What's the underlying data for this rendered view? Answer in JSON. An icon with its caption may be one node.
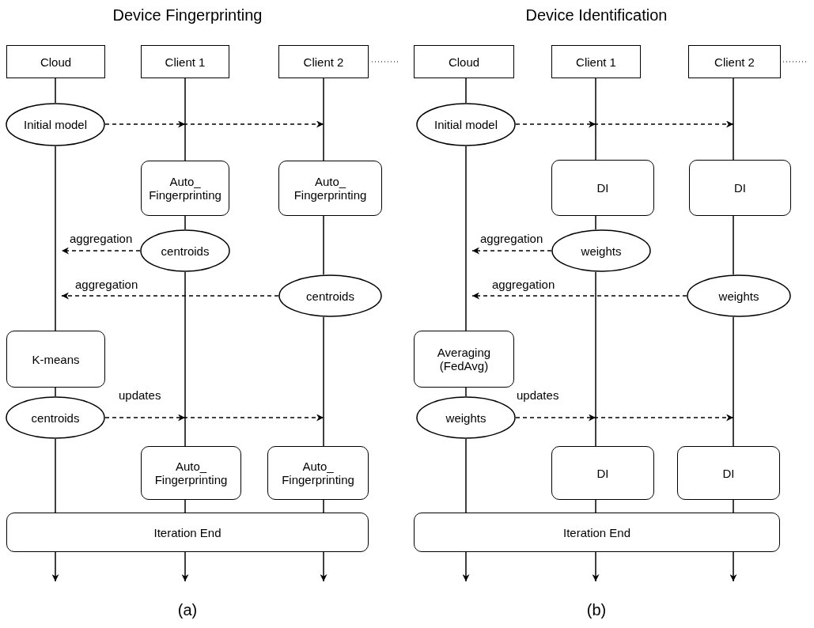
{
  "diagram": {
    "nodes": [
      {
        "text": [
          "Cloud"
        ]
      },
      {
        "text": [
          "Client 1"
        ]
      },
      {
        "text": [
          "Client 2"
        ]
      },
      {
        "text": [
          "Initial model"
        ]
      },
      {
        "text": [
          "Auto_ Fingerprinting"
        ]
      },
      {
        "text": [
          "Auto_ Fingerprinting"
        ]
      },
      {
        "text": [
          "centroids"
        ]
      },
      {
        "text": [
          "centroids"
        ]
      },
      {
        "text": [
          "K-means"
        ]
      },
      {
        "text": [
          "centroids"
        ]
      },
      {
        "text": [
          "Auto_ Fingerprinting"
        ]
      },
      {
        "text": [
          "Auto_ Fingerprinting"
        ]
      },
      {
        "text": [
          "Iteration End"
        ]
      },
      {
        "text": [
          "Cloud"
        ]
      },
      {
        "text": [
          "Client 1"
        ]
      },
      {
        "text": [
          "Client 2"
        ]
      },
      {
        "text": [
          "Initial model"
        ]
      },
      {
        "text": [
          "DI"
        ]
      },
      {
        "text": [
          "DI"
        ]
      },
      {
        "text": [
          "weights"
        ]
      },
      {
        "text": [
          "weights"
        ]
      },
      {
        "text": [
          "Averaging (FedAvg)"
        ]
      },
      {
        "text": [
          "weights"
        ]
      },
      {
        "text": [
          "DI"
        ]
      },
      {
        "text": [
          "DI"
        ]
      },
      {
        "text": [
          "Iteration End"
        ]
      }
    ],
    "edges": [
      {
        "from": 0,
        "to": 3,
        "arrow": "none"
      },
      {
        "from": 3,
        "to": 8,
        "arrow": "none"
      },
      {
        "from": 8,
        "to": 9,
        "arrow": "none"
      },
      {
        "from": 9,
        "to": 12,
        "arrow": "none"
      },
      {
        "from": 12,
        "to": null,
        "arrow": "to"
      },
      {
        "from": 1,
        "to": 4,
        "arrow": "none"
      },
      {
        "from": 4,
        "to": 6,
        "arrow": "none"
      },
      {
        "from": 6,
        "to": 10,
        "arrow": "none"
      },
      {
        "from": 10,
        "to": 12,
        "arrow": "none"
      },
      {
        "from": 12,
        "to": null,
        "arrow": "to"
      },
      {
        "from": 2,
        "to": 5,
        "arrow": "none"
      },
      {
        "from": 5,
        "to": 7,
        "arrow": "none"
      },
      {
        "from": 7,
        "to": 11,
        "arrow": "none"
      },
      {
        "from": 11,
        "to": 12,
        "arrow": "none"
      },
      {
        "from": 12,
        "to": null,
        "arrow": "to"
      },
      {
        "from": 3,
        "to": null,
        "arrow": "to",
        "style": "dashed"
      },
      {
        "from": 6,
        "to": null,
        "arrow": "to",
        "style": "dashed",
        "label": "aggregation"
      },
      {
        "from": 7,
        "to": null,
        "arrow": "to",
        "style": "dashed",
        "label": "aggregation"
      },
      {
        "from": 9,
        "to": null,
        "arrow": "to",
        "style": "dashed",
        "label": "updates"
      },
      {
        "from": 13,
        "to": 16,
        "arrow": "none"
      },
      {
        "from": 16,
        "to": 21,
        "arrow": "none"
      },
      {
        "from": 21,
        "to": 22,
        "arrow": "none"
      },
      {
        "from": 22,
        "to": 25,
        "arrow": "none"
      },
      {
        "from": 25,
        "to": null,
        "arrow": "to"
      },
      {
        "from": 14,
        "to": 17,
        "arrow": "none"
      },
      {
        "from": 17,
        "to": 19,
        "arrow": "none"
      },
      {
        "from": 19,
        "to": 23,
        "arrow": "none"
      },
      {
        "from": 23,
        "to": 25,
        "arrow": "none"
      },
      {
        "from": 25,
        "to": null,
        "arrow": "to"
      },
      {
        "from": 15,
        "to": 18,
        "arrow": "none"
      },
      {
        "from": 18,
        "to": 20,
        "arrow": "none"
      },
      {
        "from": 20,
        "to": 24,
        "arrow": "none"
      },
      {
        "from": 24,
        "to": 25,
        "arrow": "none"
      },
      {
        "from": 25,
        "to": null,
        "arrow": "to"
      },
      {
        "from": 16,
        "to": null,
        "arrow": "to",
        "style": "dashed"
      },
      {
        "from": 19,
        "to": null,
        "arrow": "to",
        "style": "dashed",
        "label": "aggregation"
      },
      {
        "from": 20,
        "to": null,
        "arrow": "to",
        "style": "dashed",
        "label": "aggregation"
      },
      {
        "from": 22,
        "to": null,
        "arrow": "to",
        "style": "dashed",
        "label": "updates"
      }
    ],
    "labels": [
      "Device Fingerprinting",
      "Device Identification",
      "(a)",
      "(b)"
    ]
  }
}
